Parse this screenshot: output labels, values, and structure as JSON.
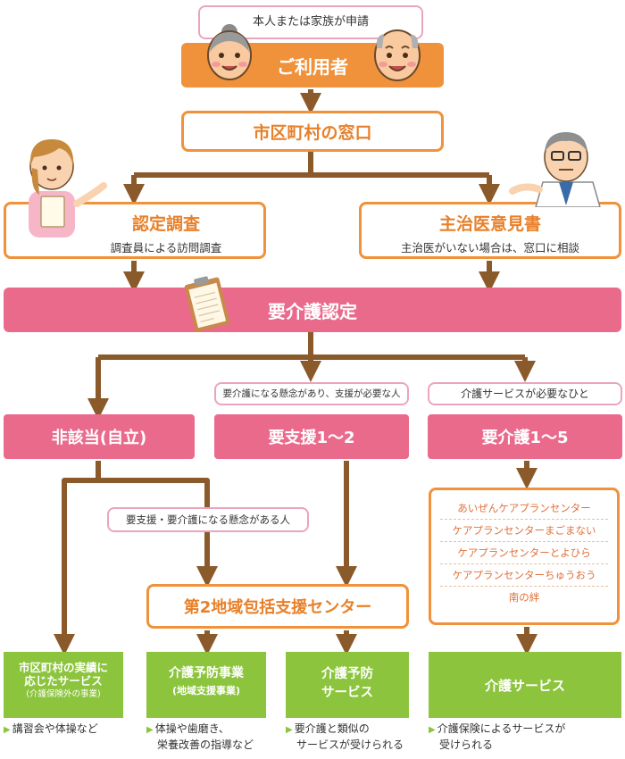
{
  "applicant_note": "本人または家族が申請",
  "user_bar": "ご利用者",
  "municipal_window": "市区町村の窓口",
  "nintei_chosa": {
    "title": "認定調査",
    "sub": "調査員による訪問調査"
  },
  "shujii": {
    "title": "主治医意見書",
    "sub": "主治医がいない場合は、窓口に相談"
  },
  "certification": "要介護認定",
  "notes": {
    "support_need": "要介護になる懸念があり、支援が必要な人",
    "care_need": "介護サービスが必要なひと",
    "risk_people": "要支援・要介護になる懸念がある人"
  },
  "levels": {
    "non": "非該当(自立)",
    "support": "要支援1〜2",
    "care": "要介護1〜5"
  },
  "care_centers": [
    "あいぜんケアプランセンター",
    "ケアプランセンターまごまない",
    "ケアプランセンターとよひら",
    "ケアプランセンターちゅうおう",
    "南の絆"
  ],
  "center2": "第2地域包括支援センター",
  "services": [
    {
      "lines": [
        "市区町村の実績に",
        "応じたサービス"
      ],
      "small": "(介護保険外の事業)",
      "note": [
        "講習会や体操など"
      ]
    },
    {
      "lines": [
        "介護予防事業"
      ],
      "small": "(地域支援事業)",
      "note": [
        "体操や歯磨き、",
        "栄養改善の指導など"
      ]
    },
    {
      "lines": [
        "介護予防",
        "サービス"
      ],
      "small": "",
      "note": [
        "要介護と類似の",
        "サービスが受けられる"
      ]
    },
    {
      "lines": [
        "介護サービス"
      ],
      "small": "",
      "note": [
        "介護保険によるサービスが",
        "受けられる"
      ]
    }
  ],
  "colors": {
    "orange": "#f0923b",
    "pink": "#ea6a8c",
    "green": "#8cc43d",
    "arrow": "#8b5a2b"
  },
  "icons": [
    "elderly-woman-icon",
    "elderly-man-icon",
    "nurse-icon",
    "doctor-icon",
    "clipboard-icon"
  ]
}
